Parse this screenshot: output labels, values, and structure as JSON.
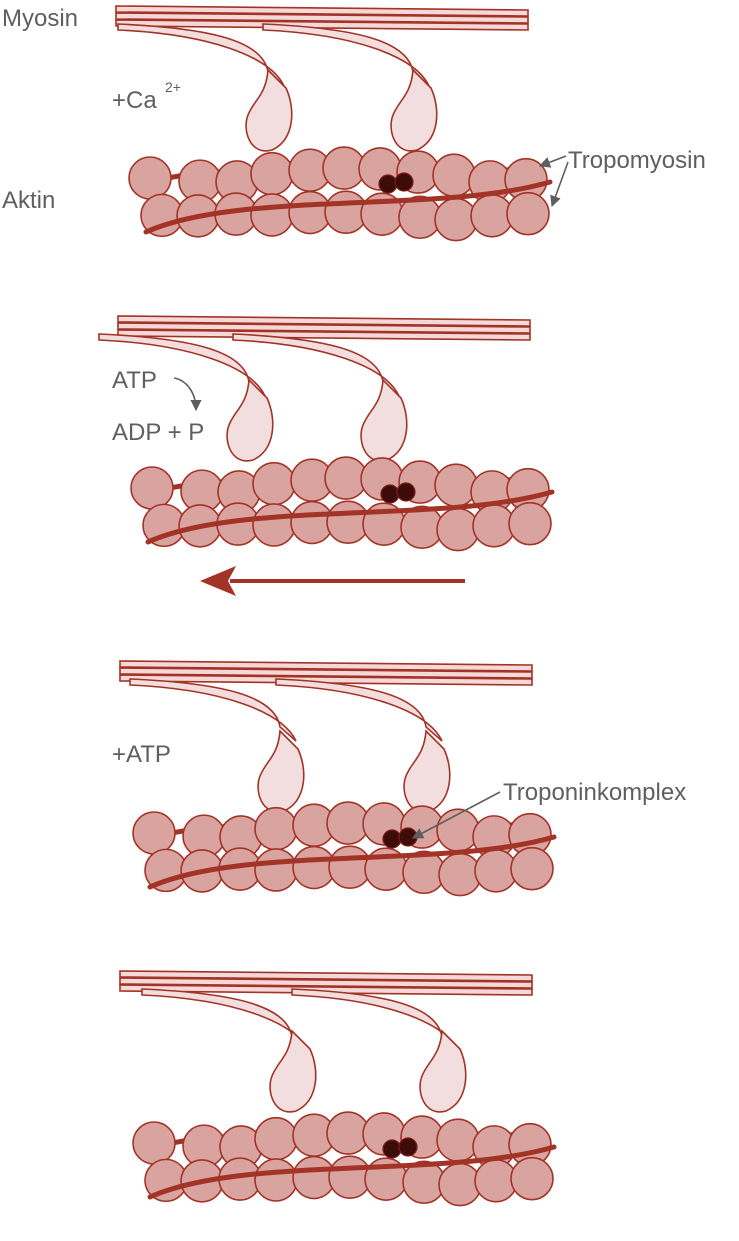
{
  "labels": {
    "myosin": "Myosin",
    "ca": "+Ca",
    "ca_sup": "2+",
    "aktin": "Aktin",
    "tropomyosin": "Tropomyosin",
    "atp": "ATP",
    "adp_p": "ADP + P",
    "plus_atp": "+ATP",
    "troponinkomplex": "Troponinkomplex"
  },
  "colors": {
    "outline": "#a33326",
    "bead": "#d9a3a0",
    "head": "#f2dede",
    "troponin": "#3d0c08",
    "text": "#5f5f5f"
  }
}
